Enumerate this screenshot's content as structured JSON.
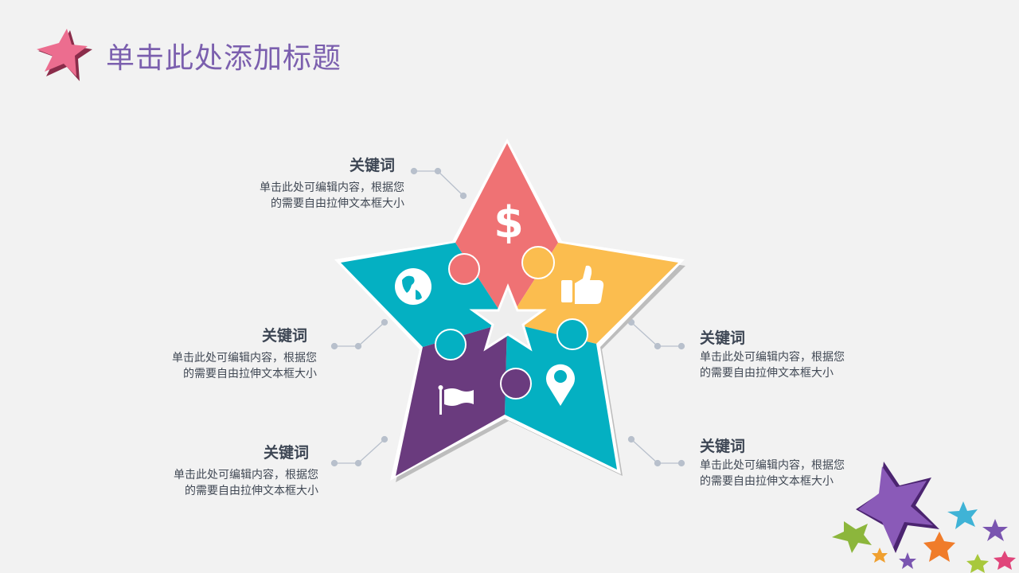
{
  "title": "单击此处添加标题",
  "items": [
    {
      "keyword": "关键词",
      "desc1": "单击此处可编辑内容，根据您",
      "desc2": "的需要自由拉伸文本框大小",
      "icon": "dollar-icon",
      "color": "#ef7274"
    },
    {
      "keyword": "关键词",
      "desc1": "单击此处可编辑内容，根据您",
      "desc2": "的需要自由拉伸文本框大小",
      "icon": "globe-icon",
      "color": "#04b0c2"
    },
    {
      "keyword": "关键词",
      "desc1": "单击此处可编辑内容，根据您",
      "desc2": "的需要自由拉伸文本框大小",
      "icon": "flag-icon",
      "color": "#6a3b7e"
    },
    {
      "keyword": "关键词",
      "desc1": "单击此处可编辑内容，根据您",
      "desc2": "的需要自由拉伸文本框大小",
      "icon": "thumbs-up-icon",
      "color": "#fbbd4f"
    },
    {
      "keyword": "关键词",
      "desc1": "单击此处可编辑内容，根据您",
      "desc2": "的需要自由拉伸文本框大小",
      "icon": "location-pin-icon",
      "color": "#04b0c2"
    }
  ]
}
